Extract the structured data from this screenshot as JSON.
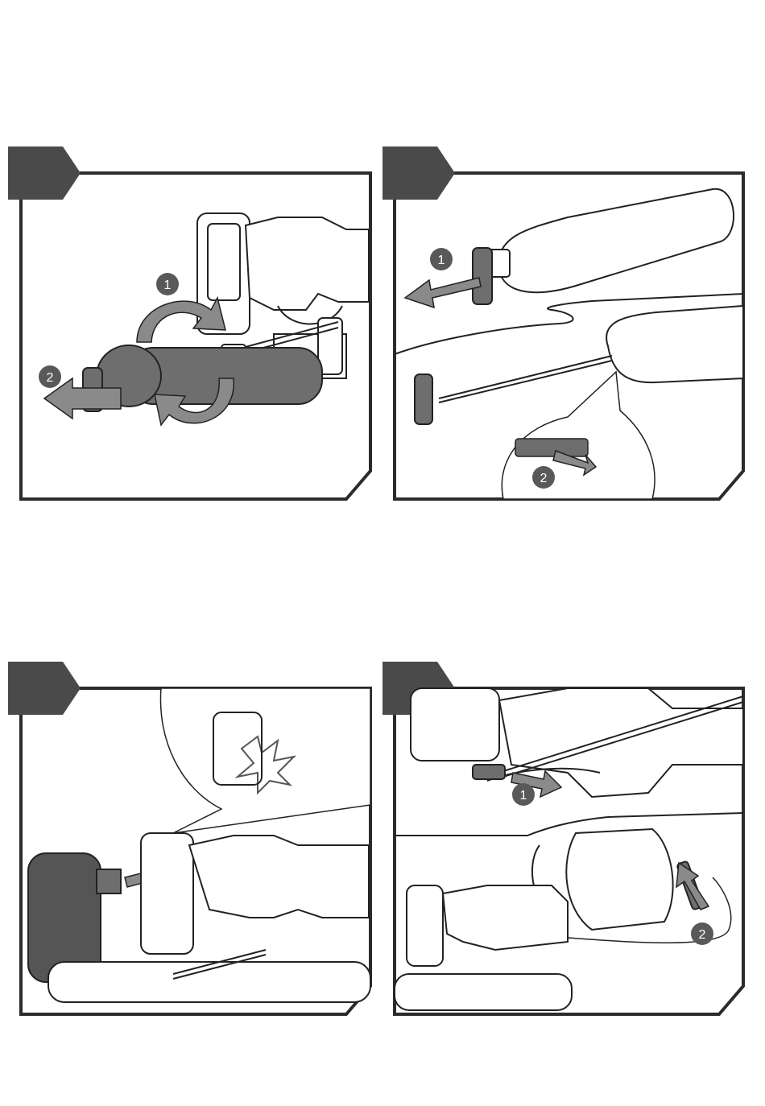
{
  "panels": [
    {
      "id": "step-1",
      "callouts": [
        "1",
        "2"
      ]
    },
    {
      "id": "step-2",
      "callouts": [
        "1",
        "2"
      ]
    },
    {
      "id": "step-3",
      "callouts": []
    },
    {
      "id": "step-4",
      "callouts": [
        "1",
        "2"
      ]
    }
  ],
  "colors": {
    "frame": "#2b2b2b",
    "badge": "#4a4a4a",
    "callout": "#595959",
    "arrow": "#8a8a8a",
    "cartridge": "#6e6e6e",
    "battery": "#555555"
  },
  "icons": [
    "rotate-arrows-icon",
    "pull-arrow-icon",
    "push-arrow-icon",
    "click-burst-icon"
  ]
}
